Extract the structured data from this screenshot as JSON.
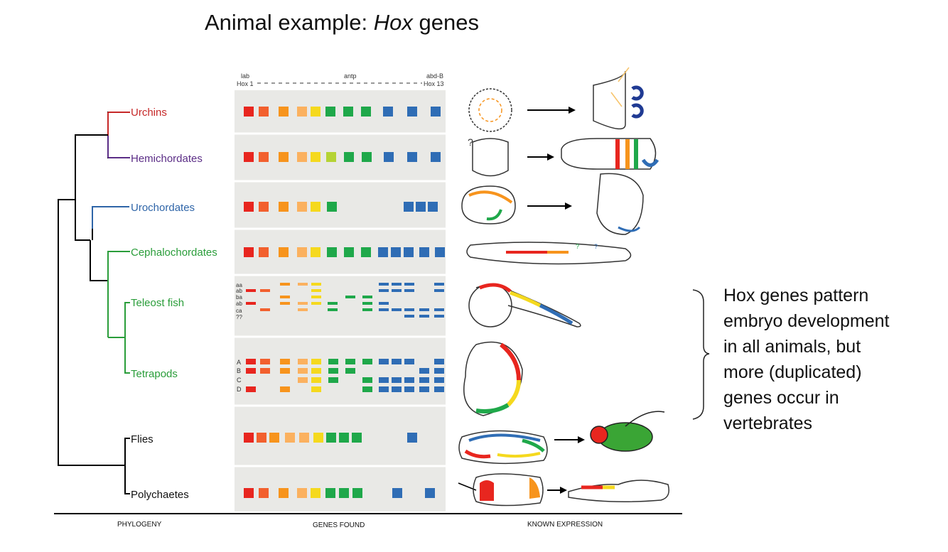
{
  "title": {
    "prefix": "Animal example: ",
    "italic": "Hox",
    "suffix": " genes"
  },
  "header": {
    "left_top": "lab",
    "left_bottom": "Hox 1",
    "middle": "antp",
    "right_top": "abd-B",
    "right_bottom": "Hox 13"
  },
  "column_labels": {
    "phylogeny": "PHYLOGENY",
    "genes": "GENES FOUND",
    "expression": "KNOWN EXPRESSION"
  },
  "taxa": [
    {
      "name": "Urchins",
      "color": "#c62828"
    },
    {
      "name": "Hemichordates",
      "color": "#5b2d86"
    },
    {
      "name": "Urochordates",
      "color": "#2f65a8"
    },
    {
      "name": "Cephalochordates",
      "color": "#2a9d3a"
    },
    {
      "name": "Teleost fish",
      "color": "#2a9d3a"
    },
    {
      "name": "Tetrapods",
      "color": "#2a9d3a"
    },
    {
      "name": "Flies",
      "color": "#111111"
    },
    {
      "name": "Polychaetes",
      "color": "#111111"
    }
  ],
  "teleost_cluster_labels": [
    "aa",
    "ab",
    "ba",
    "ab",
    "ca",
    "??"
  ],
  "tetrapod_cluster_labels": [
    "A",
    "B",
    "C",
    "D"
  ],
  "gene_colors": [
    "#e8261f",
    "#f2602e",
    "#f7941d",
    "#fbb15f",
    "#f5d91e",
    "#b5d334",
    "#1fa84a",
    "#1fa84a",
    "#1fa84a",
    "#2f6db5",
    "#2f6db5",
    "#2f6db5",
    "#2f6db5"
  ],
  "note_lines": [
    "Hox genes pattern",
    "embryo development",
    "in all animals, but",
    "more (duplicated)",
    "genes occur in",
    "vertebrates"
  ]
}
